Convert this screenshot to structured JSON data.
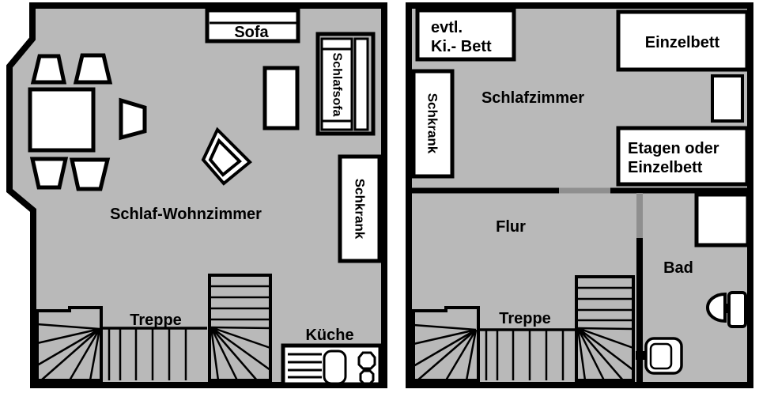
{
  "colors": {
    "floor": "#b9b9b9",
    "wall": "#000000",
    "door": "#8f8f8f",
    "furn": "#ffffff"
  },
  "left": {
    "room": "Schlaf-Wohnzimmer",
    "sofa": "Sofa",
    "sleep_sofa": "Schlafsofa",
    "wardrobe": "Schkrank",
    "stairs": "Treppe",
    "kitchen": "Küche"
  },
  "right": {
    "bedroom": "Schlafzimmer",
    "hall": "Flur",
    "bath": "Bad",
    "kids_bed_1": "evtl.",
    "kids_bed_2": "Ki.- Bett",
    "single_bed": "Einzelbett",
    "wardrobe": "Schkrank",
    "bunk_1": "Etagen oder",
    "bunk_2": "Einzelbett",
    "stairs": "Treppe"
  }
}
